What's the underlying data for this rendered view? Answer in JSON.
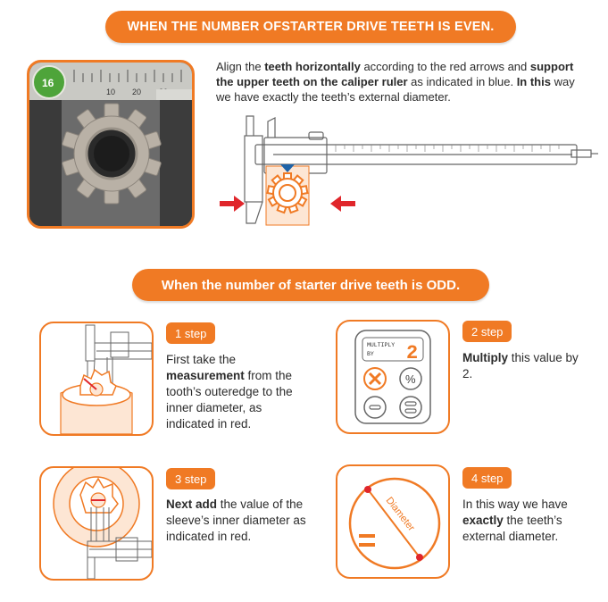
{
  "even_header": {
    "prefix": "WHEN THE NUMBER OFSTARTER DRIVE TEETH IS ",
    "emph": "EVEN."
  },
  "intro": {
    "p1": "Align the ",
    "b1": "teeth horizontally",
    "p2": " according to the red arrows and ",
    "b2": "support the upper teeth on the caliper ruler",
    "p3": " as indicated in blue. ",
    "b3": "In this",
    "p4": " way we have exactly the teeth’s external diameter."
  },
  "photo": {
    "badge": "16",
    "ruler_labels": [
      "10",
      "20",
      "30"
    ]
  },
  "odd_header": {
    "prefix": "When the number of starter drive teeth is ",
    "emph": "ODD."
  },
  "steps": [
    {
      "label": "1 step",
      "t1": "First take the ",
      "b": "measurement",
      "t2": " from the tooth’s outeredge to the inner diameter, as indicated in red."
    },
    {
      "label": "2 step",
      "t1": "",
      "b": "Multiply",
      "t2": " this value by 2."
    },
    {
      "label": "3 step",
      "t1": "",
      "b": "Next add",
      "t2": " the value of the sleeve’s inner diameter as indicated in red."
    },
    {
      "label": "4 step",
      "t1": "In this way we have ",
      "b": "exactly",
      "t2": " the teeth’s external diameter."
    }
  ],
  "calculator": {
    "line1": "MULTIPLY",
    "line2": "BY",
    "digit": "2",
    "key_percent": "%"
  },
  "diameter_label": "Diameter",
  "colors": {
    "accent": "#f07a24",
    "red": "#e0262b",
    "blue": "#1e63a8"
  }
}
